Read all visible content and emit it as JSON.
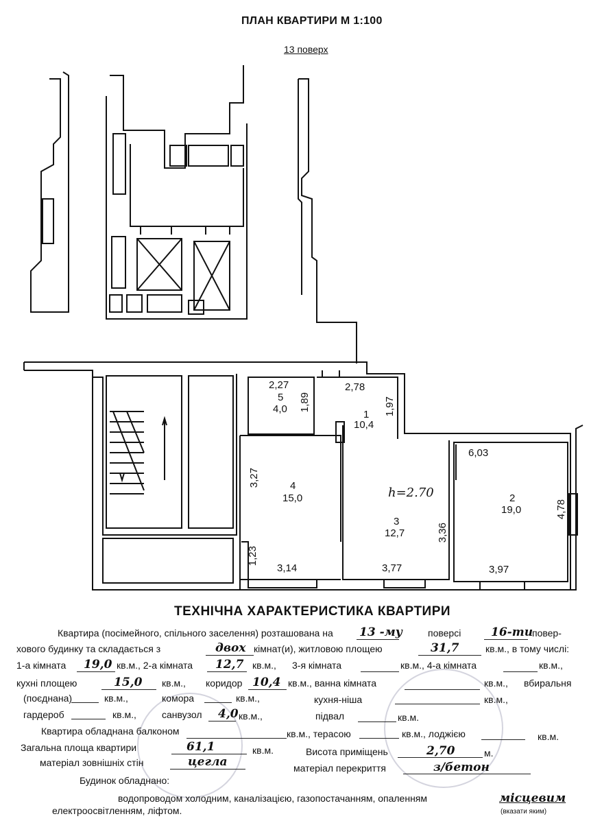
{
  "plan": {
    "title": "ПЛАН КВАРТИРИ М 1:100",
    "floor_label": "13 поверх",
    "rooms": [
      {
        "num": "5",
        "area": "4,0",
        "dim_top": "2,27",
        "dim_side": "1,89"
      },
      {
        "num": "1",
        "area": "10,4",
        "dim_top": "2,78",
        "dim_side": "1,97"
      },
      {
        "num": "4",
        "area": "15,0",
        "dim_side": "3,27",
        "dim_bottom": "3,14",
        "dim_small": "1,23"
      },
      {
        "num": "3",
        "area": "12,7",
        "dim_side": "3,36",
        "dim_bottom": "3,77",
        "handwritten": "h=2.70"
      },
      {
        "num": "2",
        "area": "19,0",
        "dim_top": "6,03",
        "dim_side": "4,78",
        "dim_bottom": "3,97"
      }
    ]
  },
  "spec": {
    "title": "ТЕХНІЧНА ХАРАКТЕРИСТИКА КВАРТИРИ",
    "l1": {
      "a": "Квартира (посімейного, спільного заселення) розташована на",
      "floor": "13 -му",
      "b": "поверсі",
      "total": "16-ти",
      "c": "повер-"
    },
    "l2": {
      "a": "хового будинку та складається з",
      "rooms": "двох",
      "b": "кімнат(и), житловою площею",
      "living": "31,7",
      "c": "кв.м., в тому числі:"
    },
    "l3": {
      "a": "1-а кімната",
      "r1": "19,0",
      "b": "кв.м., 2-а кімната",
      "r2": "12,7",
      "c": "кв.м.,",
      "d": "3-я кімната",
      "e": "кв.м., 4-а кімната",
      "f": "кв.м.,"
    },
    "l4": {
      "a": "кухні площею",
      "kitchen": "15,0",
      "b": "кв.м.,",
      "c": "коридор",
      "corridor": "10,4",
      "d": "кв.м., ванна кімната",
      "e": "кв.м.,",
      "g": "вбиральня"
    },
    "l5": {
      "a": "(поєднана)",
      "b": "кв.м.,",
      "c": "комора",
      "d": "кв.м.,",
      "e": "кухня-ніша",
      "f": "кв.м.,"
    },
    "l6": {
      "a": "гардероб",
      "b": "кв.м.,",
      "c": "санвузол",
      "bath": "4,0",
      "d": "кв.м.,",
      "e": "підвал",
      "f": "кв.м."
    },
    "l7": {
      "a": "Квартира обладнана балконом",
      "b": "кв.м., терасою",
      "c": "кв.м., лоджією",
      "d": "кв.м."
    },
    "l8": {
      "a": "Загальна площа квартири",
      "total": "61,1",
      "b": "кв.м.",
      "c": "Висота приміщень",
      "height": "2,70",
      "d": "м."
    },
    "l9": {
      "a": "матеріал зовнішніх стін",
      "walls": "цегла",
      "b": "матеріал перекриття",
      "ceiling": "з/бетон"
    },
    "l10": {
      "a": "Будинок обладнано:"
    },
    "l11": {
      "a": "водопроводом холодним, каналізацією, газопостачанням, опаленням",
      "heating": "місцевим"
    },
    "l12": {
      "a": "електроосвітленням, ліфтом.",
      "b": "(вказати яким)"
    }
  }
}
